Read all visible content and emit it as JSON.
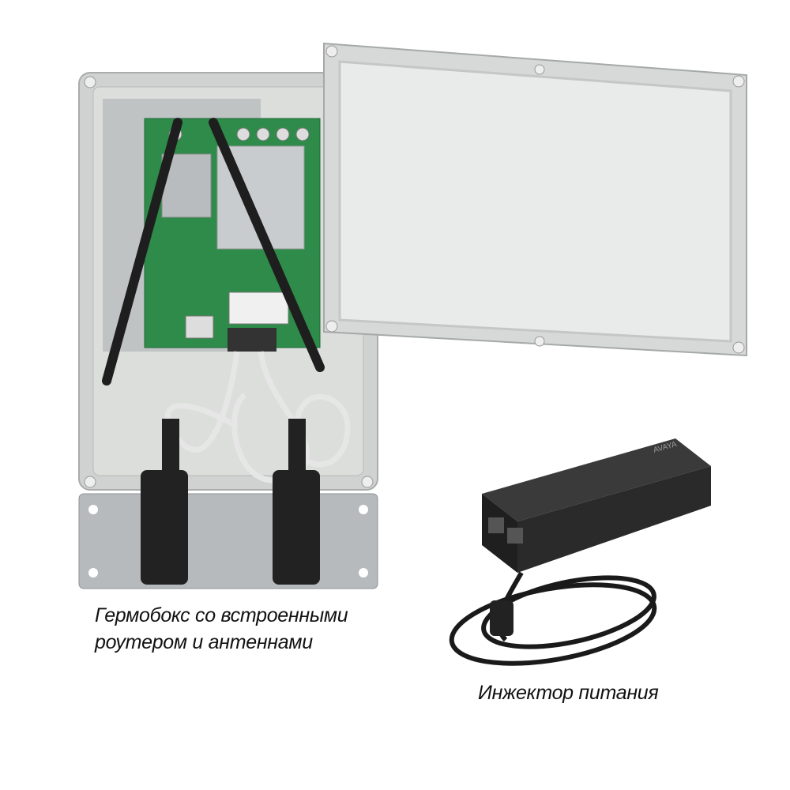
{
  "captions": {
    "enclosure_line1": "Гермобокс со встроенными",
    "enclosure_line2": "роутером и антеннами",
    "injector": "Инжектор питания"
  },
  "logo": {
    "injector_brand": "AVAYA"
  },
  "colors": {
    "enclosure": "#d9dbd9",
    "lid": "#e6e8e7",
    "pcb": "#2e8b4a",
    "heatsink": "#c9ccce",
    "antenna": "#1e1e1e",
    "mounting_plate": "#b4b8bb",
    "injector": "#2a2a2a",
    "caption_text": "#111111"
  }
}
